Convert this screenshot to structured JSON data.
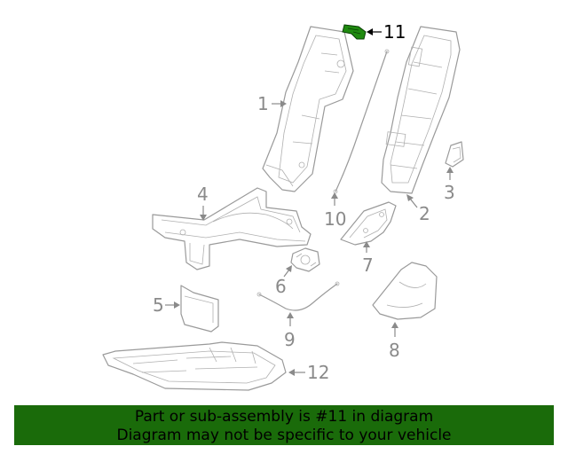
{
  "banner": {
    "line1": "Part or sub-assembly is #11 in diagram",
    "line2": "Diagram may not be specific to your vehicle"
  },
  "callouts": {
    "c1": "1",
    "c2": "2",
    "c3": "3",
    "c4": "4",
    "c5": "5",
    "c6": "6",
    "c7": "7",
    "c8": "8",
    "c9": "9",
    "c10": "10",
    "c11": "11",
    "c12": "12"
  },
  "colors": {
    "highlight_part": "#1f8a0f",
    "banner_bg": "#1a6b0a",
    "line_gray": "#9a9a9a"
  }
}
